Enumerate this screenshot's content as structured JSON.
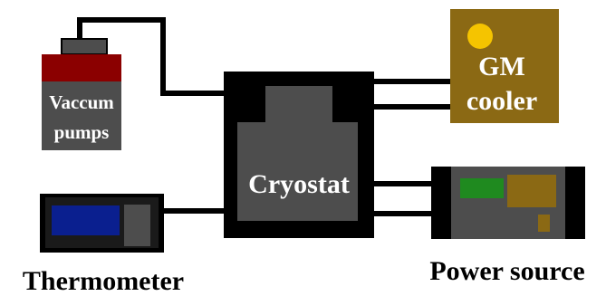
{
  "labels": {
    "vacuum_line1": "Vaccum",
    "vacuum_line2": "pumps",
    "cryostat": "Cryostat",
    "gm_line1": "GM",
    "gm_line2": "cooler",
    "thermometer": "Thermometer",
    "power_source": "Power source"
  },
  "colors": {
    "background": "#ffffff",
    "line": "#000000",
    "dark_gray": "#4d4d4d",
    "pump_top": "#8b0000",
    "gm_body": "#8b6914",
    "gm_light": "#f5c400",
    "thermo_display": "#0a1f8f",
    "power_green": "#1f8a1f",
    "power_gold": "#8b6914"
  }
}
